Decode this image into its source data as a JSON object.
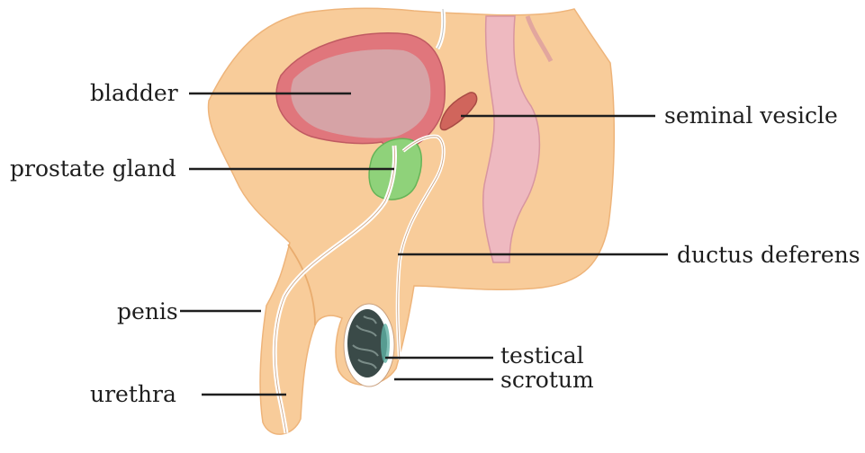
{
  "labels": {
    "bladder": "bladder",
    "prostate_gland": "prostate gland",
    "penis": "penis",
    "urethra": "urethra",
    "seminal_vesicle": "seminal vesicle",
    "ductus_deferens": "ductus deferens",
    "testical": "testical",
    "scrotum": "scrotum"
  },
  "colors": {
    "tissue": "#f8cc9a",
    "tissue_edge": "#e9ac6e",
    "bladder_wall": "#e0767c",
    "bladder_lumen": "#d6a3a6",
    "rectum": "#eeb9c0",
    "prostate": "#8fd27a",
    "duct": "#ffffff",
    "testis": "#3a4a48",
    "leader": "#1e1e1e"
  }
}
